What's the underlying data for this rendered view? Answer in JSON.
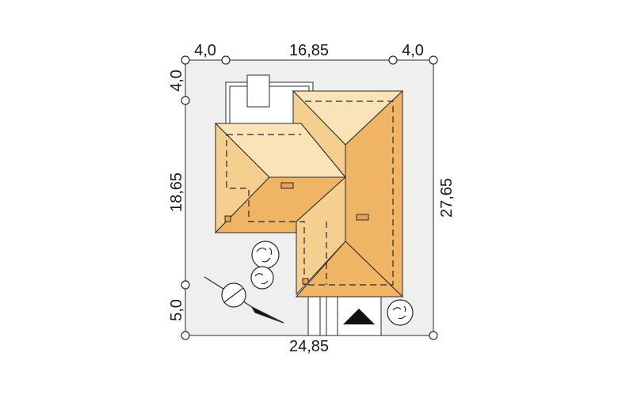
{
  "dimensions": {
    "top_left": "4,0",
    "top_middle": "16,85",
    "top_right": "4,0",
    "left_top": "4,0",
    "left_middle": "18,65",
    "left_bottom": "5,0",
    "right": "27,65",
    "bottom": "24,85"
  },
  "colors": {
    "plot": "#efefef",
    "roof_light": "#fbe3b8",
    "roof_mid": "#f5cf8f",
    "roof_dark": "#f0b465",
    "outline": "#2a2a2a"
  },
  "icons": {
    "compass": "north-arrow-icon",
    "trees": "tree-icon",
    "entrance": "entrance-triangle-icon"
  }
}
